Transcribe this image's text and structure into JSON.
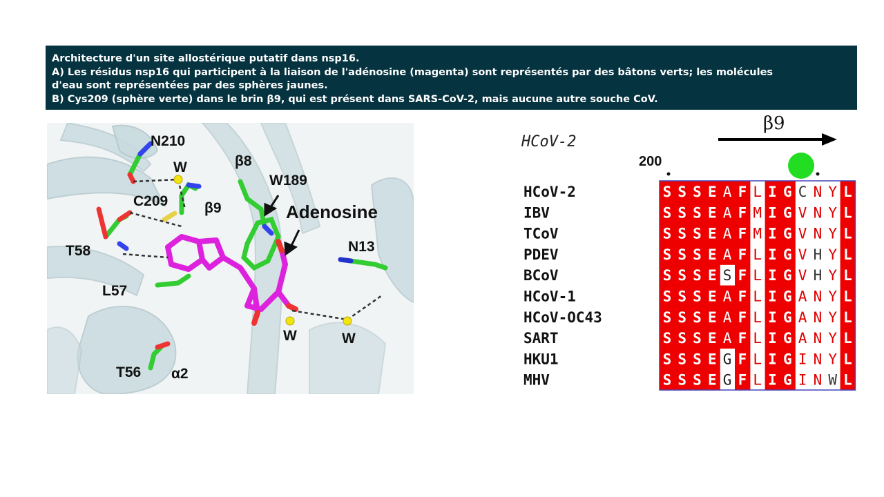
{
  "caption": {
    "title": "Architecture d'un site allostérique putatif dans nsp16.",
    "line_a1": "A) Les résidus nsp16 qui participent à la liaison de l'adénosine (magenta) sont représentés par des bâtons verts; les molécules",
    "line_a2": "d'eau sont représentées par des sphères jaunes.",
    "line_b": "B) Cys209 (sphère verte) dans le brin β9, qui est présent dans SARS-CoV-2, mais aucune autre souche CoV."
  },
  "structure": {
    "labels": {
      "n210": "N210",
      "w_top": "W",
      "b8": "β8",
      "w189": "W189",
      "c209": "C209",
      "b9": "β9",
      "adenosine": "Adenosine",
      "t58": "T58",
      "n13": "N13",
      "l57": "L57",
      "w_left": "W",
      "w_right": "W",
      "t56": "T56",
      "a2": "α2"
    }
  },
  "alignment": {
    "reference": "HCoV-2",
    "strand": "β9",
    "position_label": "200",
    "rows": [
      {
        "name": "HCoV-2",
        "seq": "SSSEAFLIGCNYL"
      },
      {
        "name": "IBV",
        "seq": "SSSEAFMIGVNYL"
      },
      {
        "name": "TCoV",
        "seq": "SSSEAFMIGVNYL"
      },
      {
        "name": "PDEV",
        "seq": "SSSEAFLIGVHYL"
      },
      {
        "name": "BCoV",
        "seq": "SSSESFLIGVHYL"
      },
      {
        "name": "HCoV-1",
        "seq": "SSSEAFLIGANYL"
      },
      {
        "name": "HCoV-OC43",
        "seq": "SSSEAFLIGANYL"
      },
      {
        "name": "SART",
        "seq": "SSSEAFLIGANYL"
      },
      {
        "name": "HKU1",
        "seq": "SSSEGFLIGINYL"
      },
      {
        "name": "MHV",
        "seq": "SSSEGFLIGINWL"
      }
    ],
    "column_style": [
      "red",
      "red",
      "red",
      "red",
      "mixed",
      "red",
      "white",
      "red",
      "red",
      "white",
      "white",
      "white",
      "red"
    ],
    "colors": {
      "conserved": "#ee0000",
      "similar_text": "#dd0000",
      "highlight": "#22dd22",
      "border": "#4444bb"
    }
  }
}
